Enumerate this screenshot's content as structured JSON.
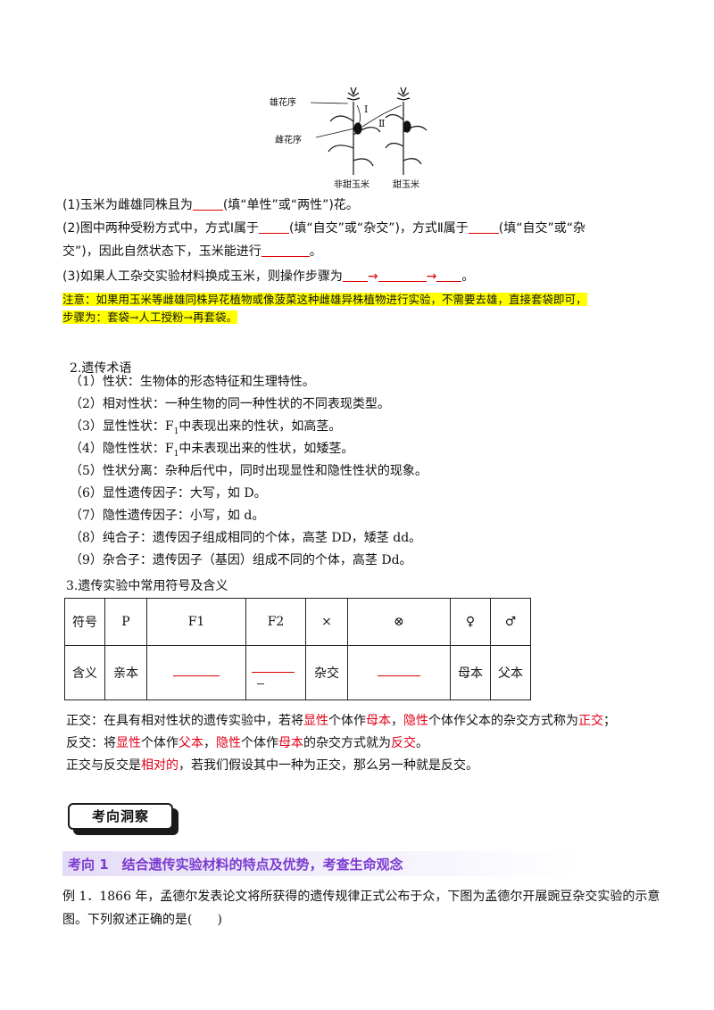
{
  "figure": {
    "male_label": "雄花序",
    "female_label": "雌花序",
    "mark_one": "Ⅰ",
    "mark_two": "Ⅱ",
    "left_plant": "非甜玉米",
    "right_plant": "甜玉米"
  },
  "questions": {
    "q1_a": "(1)玉米为雌雄同株且为",
    "q1_b": "(填“单性”或“两性”)花。",
    "q2_a": "(2)图中两种受粉方式中，方式Ⅰ属于",
    "q2_b": "(填“自交”或“杂交”)，方式Ⅱ属于",
    "q2_c": "(填“自交”或“杂",
    "q2_d": "交”)，因此自然状态下，玉米能进行",
    "q2_e": "。",
    "q3_a": "(3)如果人工杂交实验材料换成玉米，则操作步骤为",
    "q3_end": "。"
  },
  "note": {
    "line1": "注意：如果用玉米等雌雄同株异花植物或像菠菜这种雌雄异株植物进行实验，不需要去雄，直接套袋即可，",
    "line2": "步骤为：套袋→人工授粉→再套袋。"
  },
  "terms": {
    "heading": "2.遗传术语",
    "t1": "（1）性状：生物体的形态特征和生理特性。",
    "t2": "（2）相对性状：一种生物的同一种性状的不同表现类型。",
    "t3a": "（3）显性性状：F",
    "t3b": "中表现出来的性状，如高茎。",
    "t4a": "（4）隐性性状：F",
    "t4b": "中未表现出来的性状，如矮茎。",
    "sub1": "1",
    "t5": "（5）性状分离：杂种后代中，同时出现显性和隐性性状的现象。",
    "t6": "（6）显性遗传因子：大写，如 D。",
    "t7": "（7）隐性遗传因子：小写，如 d。",
    "t8": "（8）纯合子：遗传因子组成相同的个体，高茎 DD，矮茎 dd。",
    "t9": "（9）杂合子：遗传因子（基因）组成不同的个体，高茎 Dd。"
  },
  "symbols": {
    "heading": "3.遗传实验中常用符号及含义",
    "row_head_1": "符号",
    "row_head_2": "含义",
    "headers": [
      "P",
      "F1",
      "F2",
      "×",
      "⊗",
      "♀",
      "♂"
    ],
    "meanings": [
      "亲本",
      "",
      "",
      "杂交",
      "",
      "母本",
      "父本"
    ]
  },
  "paras": {
    "zj_1": "正交：在具有相对性状的遗传实验中，若将",
    "zj_2": "显性",
    "zj_3": "个体作",
    "zj_4": "母本",
    "zj_5": "，",
    "zj_6": "隐性",
    "zj_7": "个体作父本的杂交方式称为",
    "zj_8": "正交",
    "zj_9": "；",
    "fj_1": "反交：将",
    "fj_2": "显性",
    "fj_3": "个体作",
    "fj_4": "父本",
    "fj_5": "，",
    "fj_6": "隐性",
    "fj_7": "个体作",
    "fj_8": "母本",
    "fj_9": "的杂交方式就为",
    "fj_10": "反交",
    "fj_11": "。",
    "rel_1": "正交与反交是",
    "rel_2": "相对的",
    "rel_3": "，若我们假设其中一种为正交，那么另一种就是反交。"
  },
  "banner": "考向洞察",
  "topic": "考向 1　结合遗传实验材料的特点及优势，考查生命观念",
  "example": "例 1．1866 年，孟德尔发表论文将所获得的遗传规律正式公布于众，下图为孟德尔开展豌豆杂交实验的示意图。下列叙述正确的是(　　)",
  "colors": {
    "red": "#e0001a",
    "highlight": "#ffff00",
    "purple": "#7a3bd0"
  }
}
